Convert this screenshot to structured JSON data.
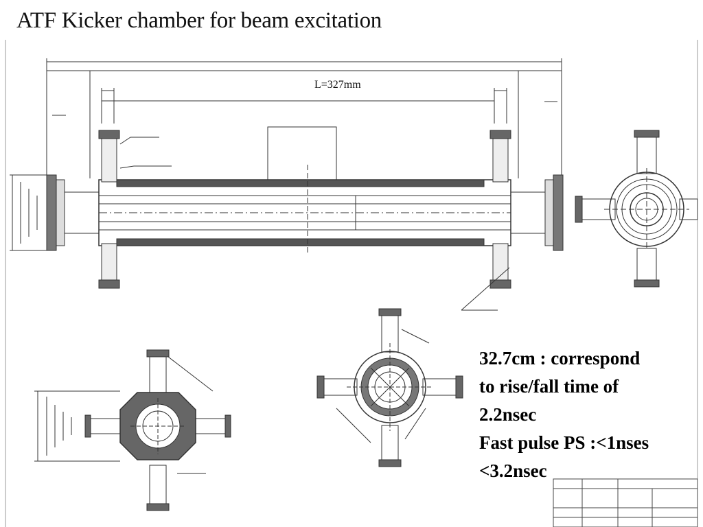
{
  "slide": {
    "title": "ATF Kicker chamber for beam excitation"
  },
  "drawing": {
    "length_label": "L=327mm"
  },
  "note": {
    "lines": [
      "32.7cm : correspond",
      "to rise/fall time of",
      "2.2nsec",
      "Fast pulse PS :<1nses",
      "<3.2nsec"
    ]
  }
}
